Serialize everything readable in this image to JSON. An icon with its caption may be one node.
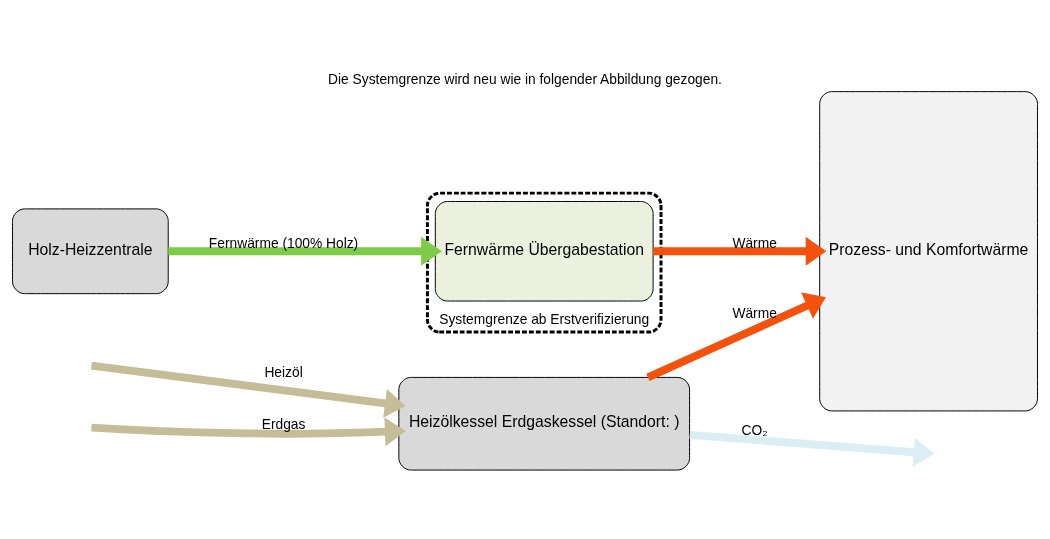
{
  "diagram": {
    "title": "Die Systemgrenze wird neu wie in folgender Abbildung gezogen.",
    "nodes": [
      {
        "text": [
          "Heizölkessel Erdgaskessel (Standort: )"
        ]
      },
      {
        "text": [
          "Prozess- und Komfortwärme"
        ]
      },
      {
        "text": [
          "Holz-Heizzentrale"
        ]
      },
      {
        "text": [
          "Systemgrenze ab Erstverifizierung"
        ]
      },
      {
        "text": [
          "Fernwärme Übergabestation"
        ],
        "in": 3
      }
    ],
    "edges": [
      {
        "from": null,
        "to": 0,
        "arrow": "to",
        "label": "Heizöl",
        "color": "#c4bd97"
      },
      {
        "from": null,
        "to": 0,
        "arrow": "to",
        "label": "Erdgas",
        "color": "#c4bd97"
      },
      {
        "from": 0,
        "to": null,
        "arrow": "to",
        "label": "CO₂",
        "color": "#daeef3"
      },
      {
        "from": 0,
        "to": 1,
        "arrow": "to",
        "label": "Wärme",
        "color": "#f4520c"
      },
      {
        "from": 2,
        "to": 4,
        "arrow": "to",
        "label": "Fernwärme (100% Holz)",
        "color": "#7ecb47"
      },
      {
        "from": 4,
        "to": 1,
        "arrow": "to",
        "label": "Wärme",
        "color": "#f4520c"
      }
    ]
  }
}
